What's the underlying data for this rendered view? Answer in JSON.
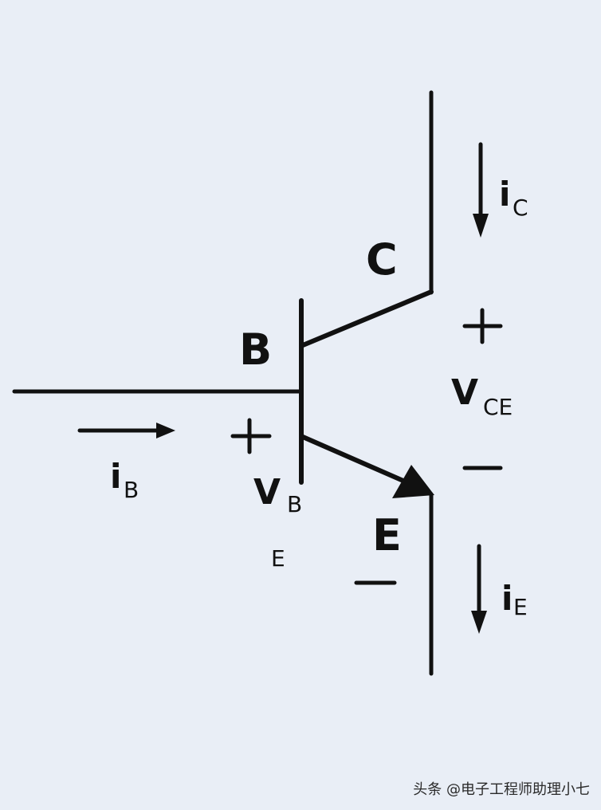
{
  "diagram": {
    "title": "BJT NPN transistor terminal currents and voltages",
    "terminals": {
      "base": "B",
      "collector": "C",
      "emitter": "E"
    },
    "currents": {
      "ib": {
        "main": "i",
        "sub": "B"
      },
      "ic": {
        "main": "i",
        "sub": "C"
      },
      "ie": {
        "main": "i",
        "sub": "E"
      }
    },
    "voltages": {
      "vce": {
        "main": "V",
        "sub": "CE",
        "plus": "+",
        "minus": "−"
      },
      "vbe": {
        "main": "V",
        "sub1": "B",
        "sub2": "E",
        "plus": "+",
        "minus": "−"
      }
    },
    "colors": {
      "background": "#e9eef6",
      "ink": "#111111"
    }
  },
  "watermark": "头条 @电子工程师助理小七"
}
